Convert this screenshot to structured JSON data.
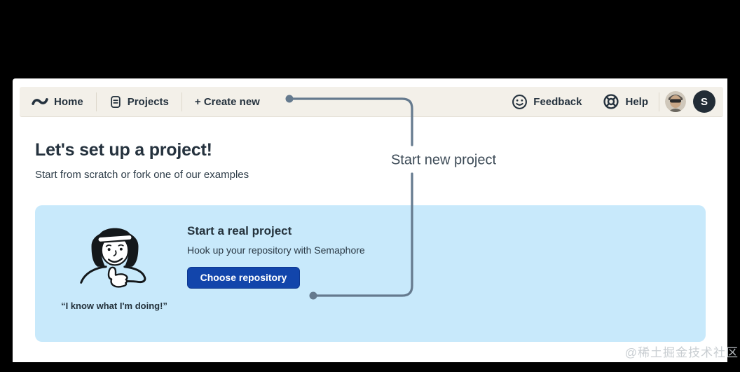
{
  "nav": {
    "home": "Home",
    "projects": "Projects",
    "create_new": "+ Create new",
    "feedback": "Feedback",
    "help": "Help",
    "avatar_badge": "S",
    "icons": {
      "logo": "semaphore-wave-icon",
      "projects": "document-list-icon",
      "feedback": "smiley-icon",
      "help": "lifebuoy-icon"
    }
  },
  "header": {
    "title": "Let's set up a project!",
    "subtitle": "Start from scratch or fork one of our examples"
  },
  "annotation": {
    "label": "Start new project",
    "line_color": "#657a8e"
  },
  "panel": {
    "quote": "“I know what I'm doing!”",
    "heading": "Start a real project",
    "subheading": "Hook up your repository with Semaphore",
    "button_label": "Choose repository",
    "bg_color": "#c8e9fb",
    "button_color": "#1245ab"
  },
  "watermark": "@稀土掘金技术社区",
  "colors": {
    "frame_bg": "#000000",
    "page_bg": "#ffffff",
    "nav_bg": "#f3f0e9",
    "text_dark": "#25323e"
  }
}
